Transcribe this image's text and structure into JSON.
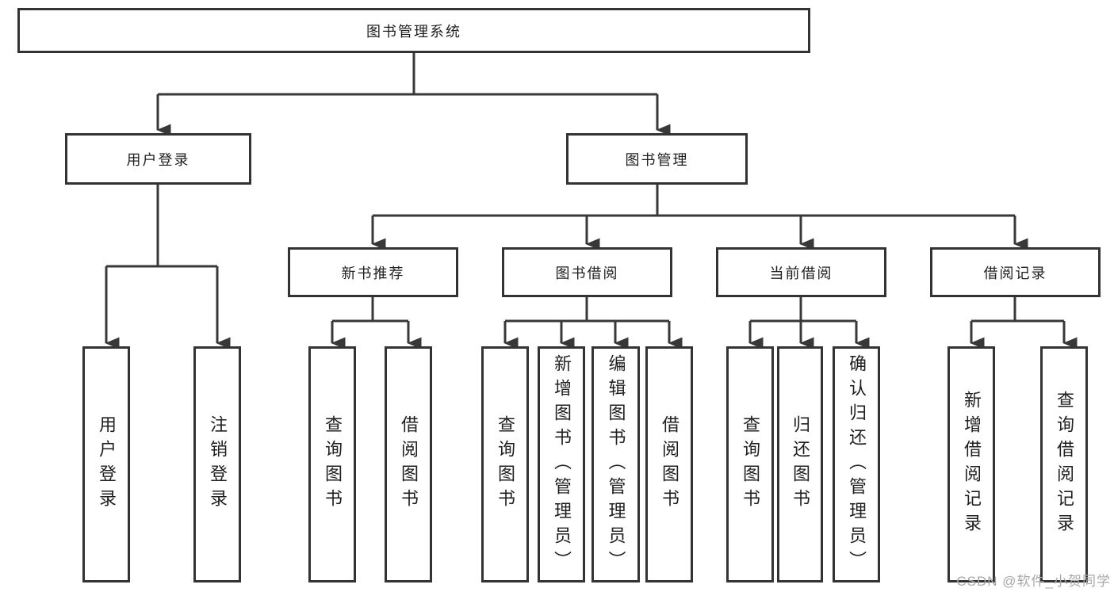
{
  "palette": {
    "line_color": "#383838",
    "box_border_color": "#333333",
    "text_color": "#1f1f1f",
    "background_color": "#ffffff",
    "watermark_color": "#a8a8a8"
  },
  "tree": {
    "root": {
      "label": "图书管理系统"
    },
    "branches": [
      {
        "label": "用户登录",
        "children": [
          {
            "label": "用户登录"
          },
          {
            "label": "注销登录"
          }
        ]
      },
      {
        "label": "图书管理",
        "sections": [
          {
            "label": "新书推荐",
            "children": [
              {
                "label": "查询图书"
              },
              {
                "label": "借阅图书"
              }
            ]
          },
          {
            "label": "图书借阅",
            "children": [
              {
                "label": "查询图书"
              },
              {
                "label": "新增图书（管理员）"
              },
              {
                "label": "编辑图书（管理员）"
              },
              {
                "label": "借阅图书"
              }
            ]
          },
          {
            "label": "当前借阅",
            "children": [
              {
                "label": "查询图书"
              },
              {
                "label": "归还图书"
              },
              {
                "label": "确认归还（管理员）"
              }
            ]
          },
          {
            "label": "借阅记录",
            "children": [
              {
                "label": "新增借阅记录"
              },
              {
                "label": "查询借阅记录"
              }
            ]
          }
        ]
      }
    ]
  },
  "watermark": {
    "label": "CSDN @软件_小贺同学"
  }
}
